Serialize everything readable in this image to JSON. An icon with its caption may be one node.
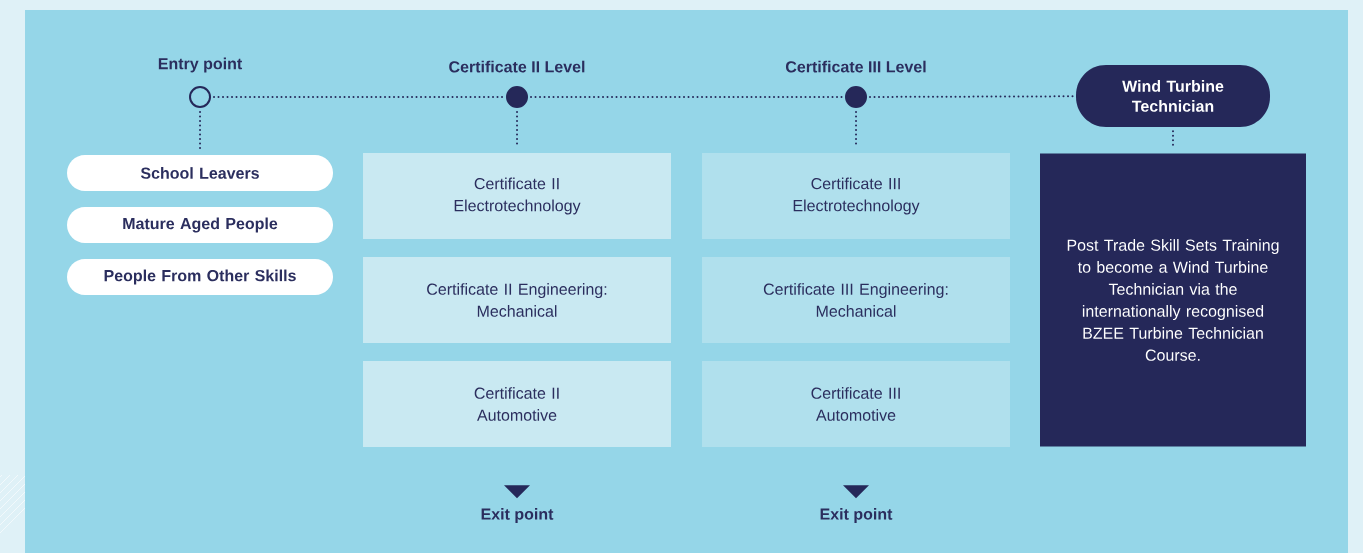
{
  "diagram": {
    "nodes": [
      {
        "text": [
          "Entry point"
        ]
      },
      {
        "text": [
          "Certificate II Level"
        ]
      },
      {
        "text": [
          "Certificate III Level"
        ]
      },
      {
        "text": [
          "Wind Turbine Technician"
        ]
      },
      {
        "text": [
          "School Leavers"
        ]
      },
      {
        "text": [
          "Mature Aged People"
        ]
      },
      {
        "text": [
          "People From Other Skills"
        ]
      },
      {
        "text": [
          "Certificate II Electrotechnology"
        ]
      },
      {
        "text": [
          "Certificate II Engineering: Mechanical"
        ]
      },
      {
        "text": [
          "Certificate II Automotive"
        ]
      },
      {
        "text": [
          "Certificate III Electrotechnology"
        ]
      },
      {
        "text": [
          "Certificate III Engineering: Mechanical"
        ]
      },
      {
        "text": [
          "Certificate III Automotive"
        ]
      },
      {
        "text": [
          "Post Trade Skill Sets Training to become a Wind Turbine Technician via the internationally recognised BZEE Turbine Technician Course."
        ]
      },
      {
        "text": [
          "Exit point"
        ]
      },
      {
        "text": [
          "Exit point"
        ]
      }
    ],
    "edges": [
      {
        "from": 0,
        "to": 1,
        "arrow": "none"
      },
      {
        "from": 1,
        "to": 2,
        "arrow": "none"
      },
      {
        "from": 2,
        "to": 3,
        "arrow": "none"
      },
      {
        "from": 0,
        "to": 4,
        "arrow": "none"
      },
      {
        "from": 1,
        "to": 7,
        "arrow": "none"
      },
      {
        "from": 2,
        "to": 10,
        "arrow": "none"
      },
      {
        "from": 3,
        "to": 13,
        "arrow": "none"
      }
    ]
  }
}
